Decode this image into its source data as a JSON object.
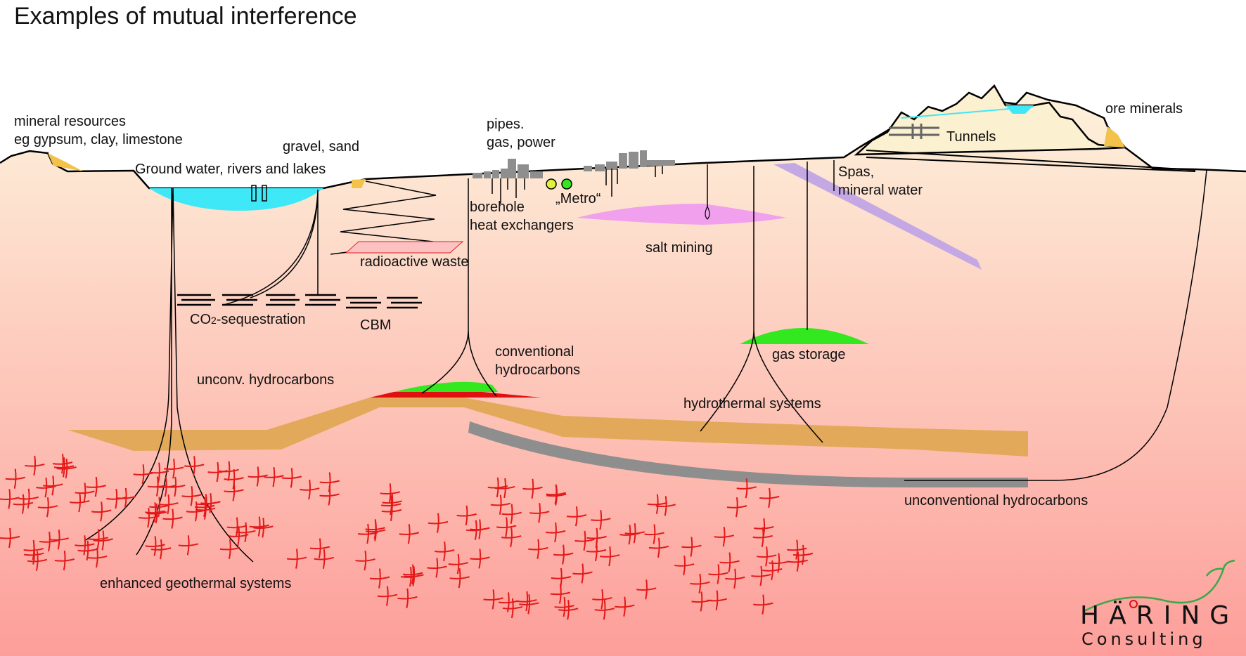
{
  "title": "Examples of mutual interference",
  "labels": {
    "mineral_resources": [
      "mineral resources",
      "eg gypsum, clay, limestone"
    ],
    "gravel_sand": "gravel, sand",
    "ground_water": "Ground water, rivers and lakes",
    "pipes": [
      "pipes.",
      "gas, power"
    ],
    "borehole": [
      "borehole",
      "heat exchangers"
    ],
    "metro": "„Metro“",
    "radioactive_waste": "radioactive waste",
    "salt_mining": "salt mining",
    "co2": {
      "prefix": "CO",
      "sub": "2",
      "suffix": "-sequestration"
    },
    "cbm": "CBM",
    "conventional": [
      "conventional",
      "hydrocarbons"
    ],
    "unconv_short": "unconv. hydrocarbons",
    "gas_storage": "gas storage",
    "hydrothermal": "hydrothermal systems",
    "unconventional": "unconventional hydrocarbons",
    "egs": "enhanced geothermal systems",
    "spas": [
      "Spas,",
      "mineral water"
    ],
    "tunnels": "Tunnels",
    "ore_minerals": "ore minerals"
  },
  "logo": {
    "main": "HÄRING",
    "sub": "Consulting"
  },
  "colors": {
    "sky": "#ffffff",
    "ground_top": "#fdf2dc",
    "ground_bottom": "#fd9e9a",
    "water": "#3fe8f6",
    "mineral": "#f2c24a",
    "hydrocarbon_layer": "#e3a95a",
    "unconventional_layer": "#8e8e8e",
    "gas": "#33e81f",
    "oil": "#e01010",
    "salt": "#f0a0ec",
    "spa_band": "#c4a8e4",
    "fracture": "#e41818",
    "metro_1": "#dff33c",
    "metro_2": "#33e81f",
    "logo_green": "#3aa84a"
  }
}
